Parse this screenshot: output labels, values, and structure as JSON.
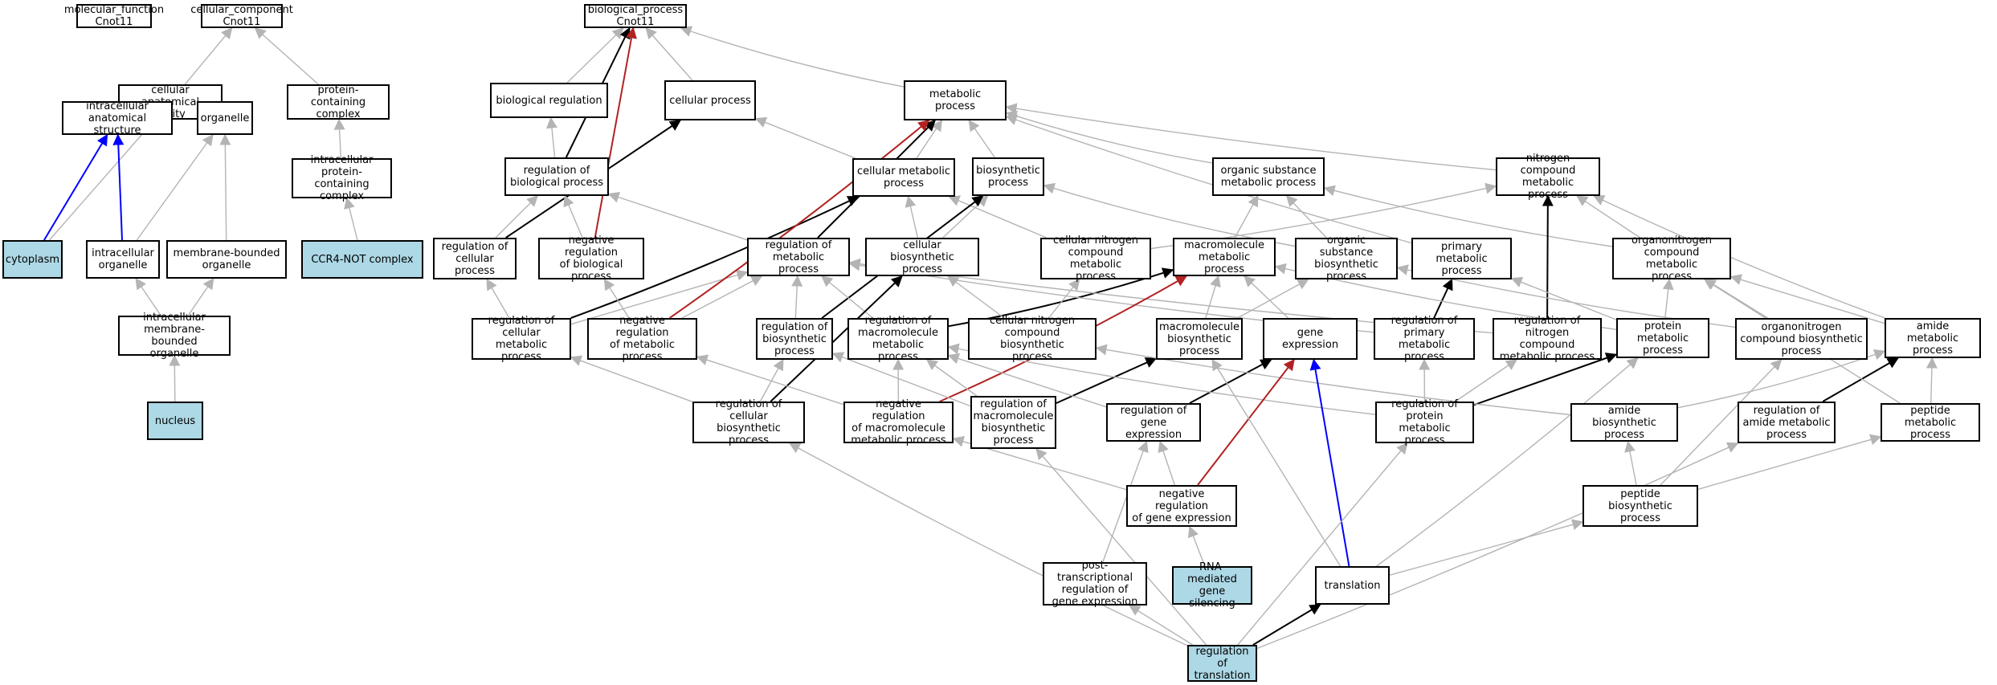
{
  "colors": {
    "is_a": "#b4b4b4",
    "regulates": "#000000",
    "negatively_regulates": "#b22222",
    "part_of": "#0000ff",
    "annotated_fill": "#add8e6",
    "node_fill": "#ffffff"
  },
  "nodes": [
    {
      "id": "mf",
      "label": "molecular_function\nCnot11",
      "annotated": false
    },
    {
      "id": "cc",
      "label": "cellular_component\nCnot11",
      "annotated": false
    },
    {
      "id": "bp",
      "label": "biological_process\nCnot11",
      "annotated": false
    },
    {
      "id": "cae",
      "label": "cellular anatomical\nentity",
      "annotated": false
    },
    {
      "id": "pcc",
      "label": "protein-containing\ncomplex",
      "annotated": false
    },
    {
      "id": "ias",
      "label": "intracellular\nanatomical structure",
      "annotated": false
    },
    {
      "id": "org",
      "label": "organelle",
      "annotated": false
    },
    {
      "id": "ipcc",
      "label": "intracellular\nprotein-containing\ncomplex",
      "annotated": false
    },
    {
      "id": "cyto",
      "label": "cytoplasm",
      "annotated": true
    },
    {
      "id": "io",
      "label": "intracellular\norganelle",
      "annotated": false
    },
    {
      "id": "mbo",
      "label": "membrane-bounded\norganelle",
      "annotated": false
    },
    {
      "id": "ccr4",
      "label": "CCR4-NOT complex",
      "annotated": true
    },
    {
      "id": "imbo",
      "label": "intracellular\nmembrane-bounded\norganelle",
      "annotated": false
    },
    {
      "id": "nuc",
      "label": "nucleus",
      "annotated": true
    },
    {
      "id": "breg",
      "label": "biological regulation",
      "annotated": false
    },
    {
      "id": "cp",
      "label": "cellular process",
      "annotated": false
    },
    {
      "id": "mp",
      "label": "metabolic process",
      "annotated": false
    },
    {
      "id": "rbp",
      "label": "regulation of\nbiological process",
      "annotated": false
    },
    {
      "id": "cmp",
      "label": "cellular metabolic\nprocess",
      "annotated": false
    },
    {
      "id": "bsp",
      "label": "biosynthetic\nprocess",
      "annotated": false
    },
    {
      "id": "osmp",
      "label": "organic substance\nmetabolic process",
      "annotated": false
    },
    {
      "id": "ncmp",
      "label": "nitrogen compound\nmetabolic process",
      "annotated": false
    },
    {
      "id": "rcp",
      "label": "regulation of\ncellular process",
      "annotated": false
    },
    {
      "id": "nrbp",
      "label": "negative regulation\nof biological\nprocess",
      "annotated": false
    },
    {
      "id": "rmp",
      "label": "regulation of\nmetabolic process",
      "annotated": false
    },
    {
      "id": "cbp",
      "label": "cellular biosynthetic\nprocess",
      "annotated": false
    },
    {
      "id": "cncmp",
      "label": "cellular nitrogen\ncompound metabolic\nprocess",
      "annotated": false
    },
    {
      "id": "mmp",
      "label": "macromolecule\nmetabolic process",
      "annotated": false
    },
    {
      "id": "osbp",
      "label": "organic substance\nbiosynthetic\nprocess",
      "annotated": false
    },
    {
      "id": "pmp",
      "label": "primary metabolic\nprocess",
      "annotated": false
    },
    {
      "id": "oncmp",
      "label": "organonitrogen\ncompound metabolic\nprocess",
      "annotated": false
    },
    {
      "id": "rcmp",
      "label": "regulation of\ncellular metabolic\nprocess",
      "annotated": false
    },
    {
      "id": "nrmp",
      "label": "negative regulation\nof metabolic\nprocess",
      "annotated": false
    },
    {
      "id": "rbsp",
      "label": "regulation of\nbiosynthetic\nprocess",
      "annotated": false
    },
    {
      "id": "rmmp",
      "label": "regulation of\nmacromolecule\nmetabolic process",
      "annotated": false
    },
    {
      "id": "cncbp",
      "label": "cellular nitrogen\ncompound biosynthetic\nprocess",
      "annotated": false
    },
    {
      "id": "mbsp",
      "label": "macromolecule\nbiosynthetic\nprocess",
      "annotated": false
    },
    {
      "id": "ge",
      "label": "gene expression",
      "annotated": false
    },
    {
      "id": "rpmp",
      "label": "regulation of\nprimary metabolic\nprocess",
      "annotated": false
    },
    {
      "id": "rncmp",
      "label": "regulation of\nnitrogen compound\nmetabolic process",
      "annotated": false
    },
    {
      "id": "prmp",
      "label": "protein metabolic\nprocess",
      "annotated": false
    },
    {
      "id": "oncbp",
      "label": "organonitrogen\ncompound biosynthetic\nprocess",
      "annotated": false
    },
    {
      "id": "amp",
      "label": "amide metabolic\nprocess",
      "annotated": false
    },
    {
      "id": "rcbp",
      "label": "regulation of\ncellular biosynthetic\nprocess",
      "annotated": false
    },
    {
      "id": "nrmmp",
      "label": "negative regulation\nof macromolecule\nmetabolic process",
      "annotated": false
    },
    {
      "id": "rmbp",
      "label": "regulation of\nmacromolecule\nbiosynthetic\nprocess",
      "annotated": false
    },
    {
      "id": "rge",
      "label": "regulation of\ngene expression",
      "annotated": false
    },
    {
      "id": "rprmp",
      "label": "regulation of\nprotein metabolic\nprocess",
      "annotated": false
    },
    {
      "id": "abp",
      "label": "amide biosynthetic\nprocess",
      "annotated": false
    },
    {
      "id": "ramp",
      "label": "regulation of\namide metabolic\nprocess",
      "annotated": false
    },
    {
      "id": "pepmp",
      "label": "peptide metabolic\nprocess",
      "annotated": false
    },
    {
      "id": "nrge",
      "label": "negative regulation\nof gene expression",
      "annotated": false
    },
    {
      "id": "pepbp",
      "label": "peptide biosynthetic\nprocess",
      "annotated": false
    },
    {
      "id": "ptrge",
      "label": "post-transcriptional\nregulation of\ngene expression",
      "annotated": false
    },
    {
      "id": "rnagsil",
      "label": "RNA-mediated\ngene silencing",
      "annotated": true
    },
    {
      "id": "trans",
      "label": "translation",
      "annotated": false
    },
    {
      "id": "rtrans",
      "label": "regulation of\ntranslation",
      "annotated": true
    }
  ],
  "edges": [
    {
      "from": "cae",
      "to": "cc",
      "type": "is_a"
    },
    {
      "from": "pcc",
      "to": "cc",
      "type": "is_a"
    },
    {
      "from": "ias",
      "to": "cae",
      "type": "is_a"
    },
    {
      "from": "org",
      "to": "cae",
      "type": "is_a"
    },
    {
      "from": "ipcc",
      "to": "pcc",
      "type": "is_a"
    },
    {
      "from": "cyto",
      "to": "cae",
      "type": "is_a"
    },
    {
      "from": "cyto",
      "to": "ias",
      "type": "part_of"
    },
    {
      "from": "io",
      "to": "ias",
      "type": "part_of"
    },
    {
      "from": "io",
      "to": "org",
      "type": "is_a"
    },
    {
      "from": "mbo",
      "to": "org",
      "type": "is_a"
    },
    {
      "from": "ccr4",
      "to": "ipcc",
      "type": "is_a"
    },
    {
      "from": "imbo",
      "to": "io",
      "type": "is_a"
    },
    {
      "from": "imbo",
      "to": "mbo",
      "type": "is_a"
    },
    {
      "from": "nuc",
      "to": "imbo",
      "type": "is_a"
    },
    {
      "from": "breg",
      "to": "bp",
      "type": "is_a"
    },
    {
      "from": "cp",
      "to": "bp",
      "type": "is_a"
    },
    {
      "from": "mp",
      "to": "bp",
      "type": "is_a"
    },
    {
      "from": "rbp",
      "to": "breg",
      "type": "is_a"
    },
    {
      "from": "rbp",
      "to": "bp",
      "type": "regulates"
    },
    {
      "from": "nrbp",
      "to": "bp",
      "type": "negatively_regulates"
    },
    {
      "from": "cmp",
      "to": "cp",
      "type": "is_a"
    },
    {
      "from": "cmp",
      "to": "mp",
      "type": "is_a"
    },
    {
      "from": "bsp",
      "to": "mp",
      "type": "is_a"
    },
    {
      "from": "osmp",
      "to": "mp",
      "type": "is_a"
    },
    {
      "from": "ncmp",
      "to": "mp",
      "type": "is_a"
    },
    {
      "from": "rcp",
      "to": "rbp",
      "type": "is_a"
    },
    {
      "from": "rcp",
      "to": "cp",
      "type": "regulates"
    },
    {
      "from": "nrbp",
      "to": "rbp",
      "type": "is_a"
    },
    {
      "from": "rmp",
      "to": "rbp",
      "type": "is_a"
    },
    {
      "from": "rmp",
      "to": "mp",
      "type": "regulates"
    },
    {
      "from": "cbp",
      "to": "cmp",
      "type": "is_a"
    },
    {
      "from": "cbp",
      "to": "bsp",
      "type": "is_a"
    },
    {
      "from": "cncmp",
      "to": "cmp",
      "type": "is_a"
    },
    {
      "from": "cncmp",
      "to": "ncmp",
      "type": "is_a"
    },
    {
      "from": "mmp",
      "to": "osmp",
      "type": "is_a"
    },
    {
      "from": "osbp",
      "to": "osmp",
      "type": "is_a"
    },
    {
      "from": "osbp",
      "to": "bsp",
      "type": "is_a"
    },
    {
      "from": "pmp",
      "to": "mp",
      "type": "is_a"
    },
    {
      "from": "oncmp",
      "to": "osmp",
      "type": "is_a"
    },
    {
      "from": "oncmp",
      "to": "ncmp",
      "type": "is_a"
    },
    {
      "from": "rcmp",
      "to": "rcp",
      "type": "is_a"
    },
    {
      "from": "rcmp",
      "to": "rmp",
      "type": "is_a"
    },
    {
      "from": "rcmp",
      "to": "cmp",
      "type": "regulates"
    },
    {
      "from": "nrmp",
      "to": "nrbp",
      "type": "is_a"
    },
    {
      "from": "nrmp",
      "to": "rmp",
      "type": "is_a"
    },
    {
      "from": "nrmp",
      "to": "mp",
      "type": "negatively_regulates"
    },
    {
      "from": "rbsp",
      "to": "rmp",
      "type": "is_a"
    },
    {
      "from": "rbsp",
      "to": "bsp",
      "type": "regulates"
    },
    {
      "from": "rmmp",
      "to": "rmp",
      "type": "is_a"
    },
    {
      "from": "rmmp",
      "to": "mmp",
      "type": "regulates"
    },
    {
      "from": "cncbp",
      "to": "cbp",
      "type": "is_a"
    },
    {
      "from": "cncbp",
      "to": "cncmp",
      "type": "is_a"
    },
    {
      "from": "mbsp",
      "to": "mmp",
      "type": "is_a"
    },
    {
      "from": "mbsp",
      "to": "osbp",
      "type": "is_a"
    },
    {
      "from": "ge",
      "to": "mmp",
      "type": "is_a"
    },
    {
      "from": "rpmp",
      "to": "rmp",
      "type": "is_a"
    },
    {
      "from": "rpmp",
      "to": "pmp",
      "type": "regulates"
    },
    {
      "from": "rncmp",
      "to": "rmp",
      "type": "is_a"
    },
    {
      "from": "rncmp",
      "to": "ncmp",
      "type": "regulates"
    },
    {
      "from": "prmp",
      "to": "mmp",
      "type": "is_a"
    },
    {
      "from": "prmp",
      "to": "pmp",
      "type": "is_a"
    },
    {
      "from": "prmp",
      "to": "oncmp",
      "type": "is_a"
    },
    {
      "from": "oncbp",
      "to": "oncmp",
      "type": "is_a"
    },
    {
      "from": "oncbp",
      "to": "osbp",
      "type": "is_a"
    },
    {
      "from": "amp",
      "to": "oncmp",
      "type": "is_a"
    },
    {
      "from": "amp",
      "to": "ncmp",
      "type": "is_a"
    },
    {
      "from": "rcbp",
      "to": "rcmp",
      "type": "is_a"
    },
    {
      "from": "rcbp",
      "to": "rbsp",
      "type": "is_a"
    },
    {
      "from": "rcbp",
      "to": "cbp",
      "type": "regulates"
    },
    {
      "from": "nrmmp",
      "to": "nrmp",
      "type": "is_a"
    },
    {
      "from": "nrmmp",
      "to": "rmmp",
      "type": "is_a"
    },
    {
      "from": "nrmmp",
      "to": "mmp",
      "type": "negatively_regulates"
    },
    {
      "from": "rmbp",
      "to": "rbsp",
      "type": "is_a"
    },
    {
      "from": "rmbp",
      "to": "rmmp",
      "type": "is_a"
    },
    {
      "from": "rmbp",
      "to": "mbsp",
      "type": "regulates"
    },
    {
      "from": "rge",
      "to": "rmmp",
      "type": "is_a"
    },
    {
      "from": "rge",
      "to": "ge",
      "type": "regulates"
    },
    {
      "from": "rprmp",
      "to": "rmmp",
      "type": "is_a"
    },
    {
      "from": "rprmp",
      "to": "rpmp",
      "type": "is_a"
    },
    {
      "from": "rprmp",
      "to": "rncmp",
      "type": "is_a"
    },
    {
      "from": "rprmp",
      "to": "prmp",
      "type": "regulates"
    },
    {
      "from": "abp",
      "to": "amp",
      "type": "is_a"
    },
    {
      "from": "abp",
      "to": "cncbp",
      "type": "is_a"
    },
    {
      "from": "ramp",
      "to": "amp",
      "type": "regulates"
    },
    {
      "from": "pepmp",
      "to": "amp",
      "type": "is_a"
    },
    {
      "from": "pepmp",
      "to": "oncmp",
      "type": "is_a"
    },
    {
      "from": "nrge",
      "to": "rge",
      "type": "is_a"
    },
    {
      "from": "nrge",
      "to": "nrmmp",
      "type": "is_a"
    },
    {
      "from": "nrge",
      "to": "ge",
      "type": "negatively_regulates"
    },
    {
      "from": "pepbp",
      "to": "abp",
      "type": "is_a"
    },
    {
      "from": "pepbp",
      "to": "pepmp",
      "type": "is_a"
    },
    {
      "from": "pepbp",
      "to": "oncbp",
      "type": "is_a"
    },
    {
      "from": "ptrge",
      "to": "rge",
      "type": "is_a"
    },
    {
      "from": "rnagsil",
      "to": "nrge",
      "type": "is_a"
    },
    {
      "from": "trans",
      "to": "ge",
      "type": "part_of"
    },
    {
      "from": "trans",
      "to": "mbsp",
      "type": "is_a"
    },
    {
      "from": "trans",
      "to": "prmp",
      "type": "is_a"
    },
    {
      "from": "trans",
      "to": "pepbp",
      "type": "is_a"
    },
    {
      "from": "rtrans",
      "to": "ptrge",
      "type": "is_a"
    },
    {
      "from": "rtrans",
      "to": "rcbp",
      "type": "is_a"
    },
    {
      "from": "rtrans",
      "to": "rmbp",
      "type": "is_a"
    },
    {
      "from": "rtrans",
      "to": "rprmp",
      "type": "is_a"
    },
    {
      "from": "rtrans",
      "to": "ramp",
      "type": "is_a"
    },
    {
      "from": "rtrans",
      "to": "trans",
      "type": "regulates"
    }
  ]
}
